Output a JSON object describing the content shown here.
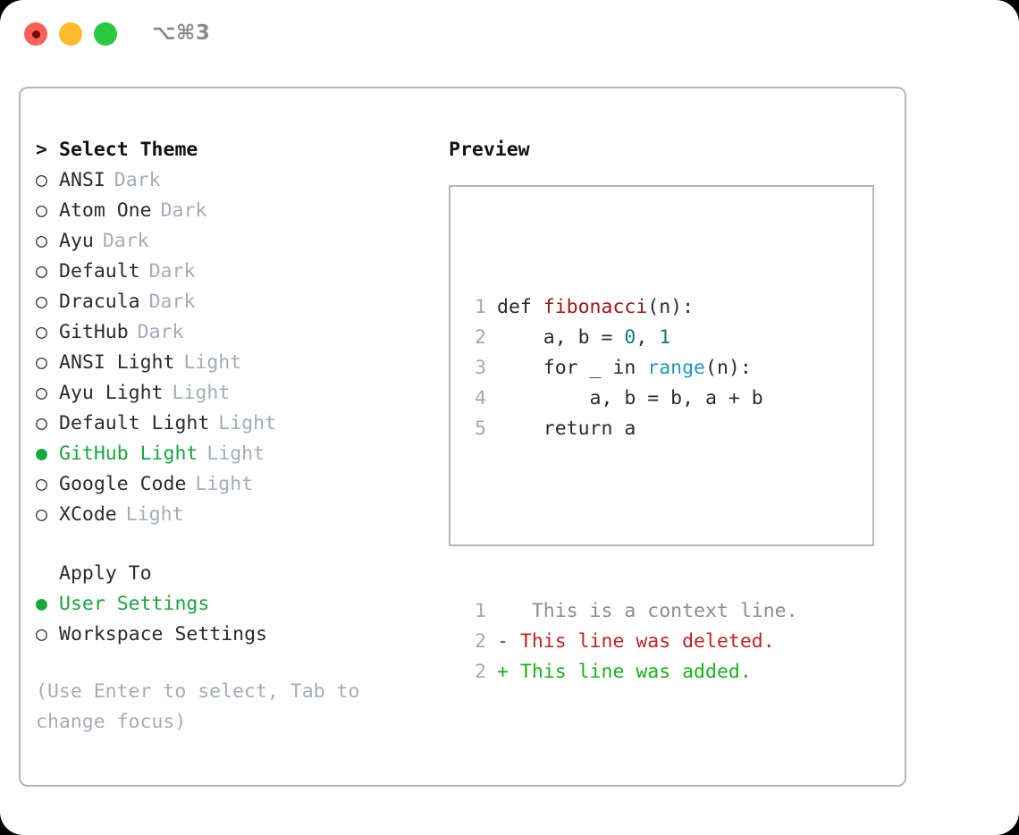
{
  "titlebar": {
    "shortcut": "⌥⌘3",
    "buttons": [
      {
        "name": "close",
        "color": "#fb5f57"
      },
      {
        "name": "minimize",
        "color": "#fdbc2e"
      },
      {
        "name": "maximize",
        "color": "#28c83f"
      }
    ]
  },
  "colors": {
    "accent_green": "#15a83a",
    "muted": "#a3acbc",
    "border": "#aeb7c6",
    "text": "#2b2b2b",
    "code_function": "#a31515",
    "code_number": "#0e7c86",
    "code_call": "#1c9bc4",
    "diff_context": "#8d8d8d",
    "diff_deleted": "#c62222",
    "diff_added": "#17b317"
  },
  "markers": {
    "caret": ">",
    "radio_off": "○",
    "radio_on": "●",
    "blank": " "
  },
  "theme_section": {
    "header": "Select Theme",
    "items": [
      {
        "label": "ANSI",
        "tag": "Dark",
        "selected": false
      },
      {
        "label": "Atom One",
        "tag": "Dark",
        "selected": false
      },
      {
        "label": "Ayu",
        "tag": "Dark",
        "selected": false
      },
      {
        "label": "Default",
        "tag": "Dark",
        "selected": false
      },
      {
        "label": "Dracula",
        "tag": "Dark",
        "selected": false
      },
      {
        "label": "GitHub",
        "tag": "Dark",
        "selected": false
      },
      {
        "label": "ANSI Light",
        "tag": "Light",
        "selected": false
      },
      {
        "label": "Ayu Light",
        "tag": "Light",
        "selected": false
      },
      {
        "label": "Default Light",
        "tag": "Light",
        "selected": false
      },
      {
        "label": "GitHub Light",
        "tag": "Light",
        "selected": true
      },
      {
        "label": "Google Code",
        "tag": "Light",
        "selected": false
      },
      {
        "label": "XCode",
        "tag": "Light",
        "selected": false
      }
    ]
  },
  "apply_section": {
    "header": "Apply To",
    "items": [
      {
        "label": "User Settings",
        "selected": true
      },
      {
        "label": "Workspace Settings",
        "selected": false
      }
    ]
  },
  "hint": "(Use Enter to select, Tab to change focus)",
  "preview": {
    "title": "Preview",
    "code_lines": [
      {
        "number": "1",
        "parts": [
          {
            "text": "def ",
            "type": "plain"
          },
          {
            "text": "fibonacci",
            "type": "function"
          },
          {
            "text": "(n):",
            "type": "plain"
          }
        ]
      },
      {
        "number": "2",
        "parts": [
          {
            "text": "    a, b = ",
            "type": "plain"
          },
          {
            "text": "0",
            "type": "number"
          },
          {
            "text": ", ",
            "type": "plain"
          },
          {
            "text": "1",
            "type": "number"
          }
        ]
      },
      {
        "number": "3",
        "parts": [
          {
            "text": "    for _ in ",
            "type": "plain"
          },
          {
            "text": "range",
            "type": "call"
          },
          {
            "text": "(n):",
            "type": "plain"
          }
        ]
      },
      {
        "number": "4",
        "parts": [
          {
            "text": "        a, b = b, a + b",
            "type": "plain"
          }
        ]
      },
      {
        "number": "5",
        "parts": [
          {
            "text": "    return a",
            "type": "plain"
          }
        ]
      }
    ],
    "diff_lines": [
      {
        "number": "1",
        "sign": " ",
        "text": "  This is a context line.",
        "kind": "context"
      },
      {
        "number": "2",
        "sign": "-",
        "text": " This line was deleted.",
        "kind": "deleted"
      },
      {
        "number": "2",
        "sign": "+",
        "text": " This line was added.",
        "kind": "added"
      }
    ]
  }
}
